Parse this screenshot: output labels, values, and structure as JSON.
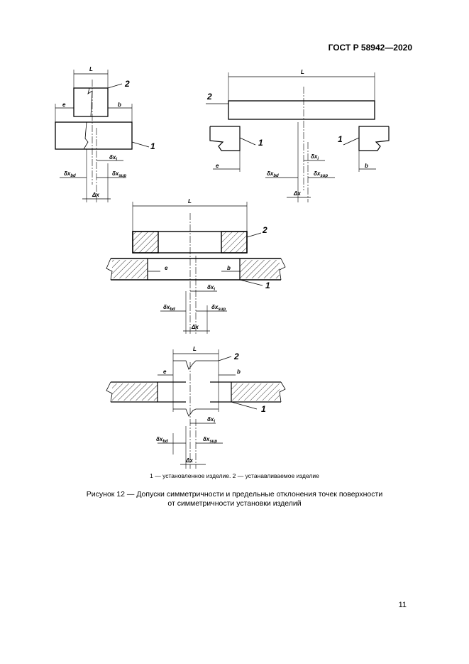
{
  "header": {
    "standard": "ГОСТ Р 58942—2020"
  },
  "figure": {
    "labels": {
      "L": "L",
      "e": "e",
      "b": "b",
      "one": "1",
      "two": "2",
      "dxi": "δx",
      "dxi_sub": "i",
      "dxbd": "δx",
      "dxbd_sub": "bd",
      "dxsup": "δx",
      "dxsup_sub": "sup",
      "Dx": "Δx"
    },
    "legend": "1 — установленное изделие. 2 — устанавливаемое изделие",
    "caption_line1": "Рисунок 12 — Допуски симметричности и предельные отклонения точек поверхности",
    "caption_line2": "от симметричности установки изделий"
  },
  "footer": {
    "page_number": "11"
  }
}
